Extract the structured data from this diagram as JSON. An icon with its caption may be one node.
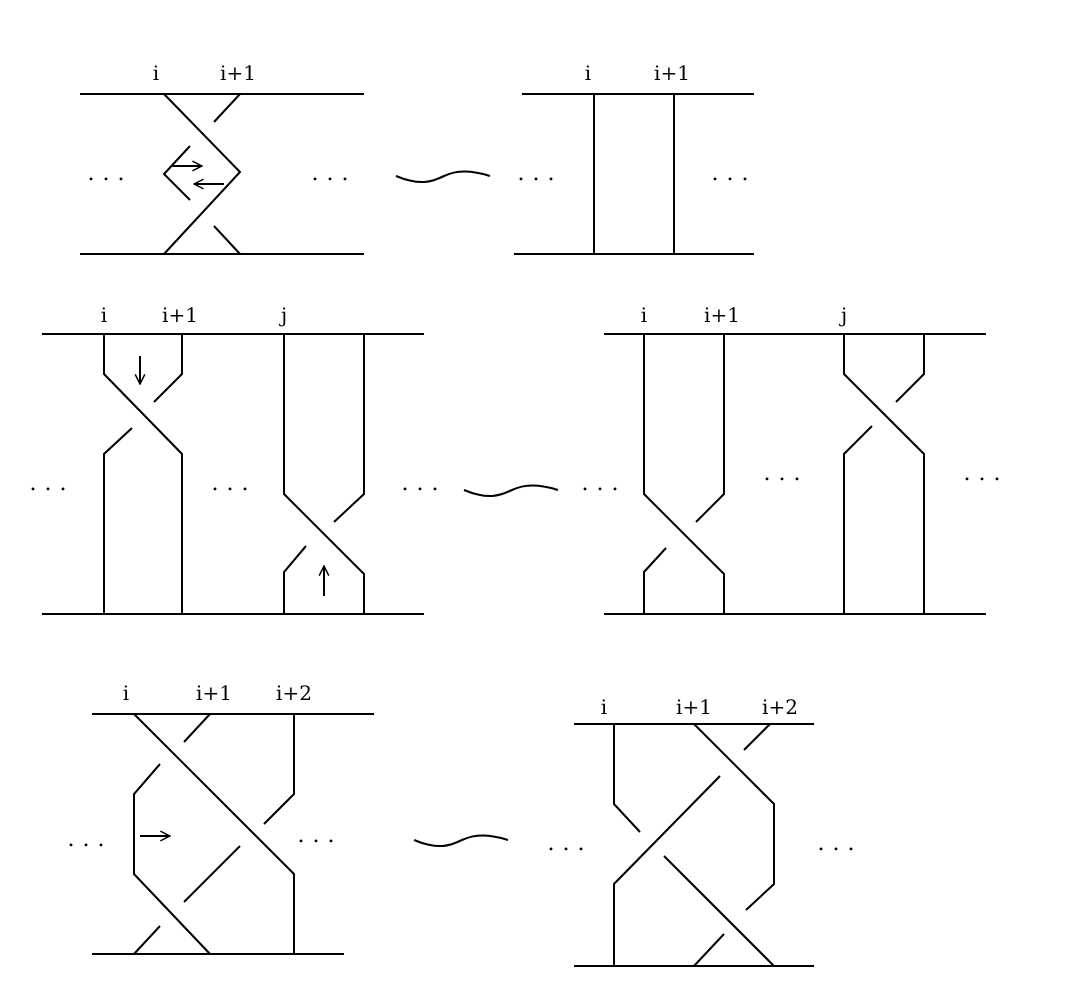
{
  "diagram": {
    "labels": [
      "i",
      "i+1",
      "i",
      "i+1",
      "...",
      "...",
      "...",
      "...",
      "i",
      "i+1",
      "j",
      "i",
      "i+1",
      "j",
      "...",
      "...",
      "...",
      "...",
      "...",
      "...",
      "i",
      "i+1",
      "i+2",
      "i",
      "i+1",
      "i+2",
      "...",
      "...",
      "...",
      "..."
    ]
  }
}
